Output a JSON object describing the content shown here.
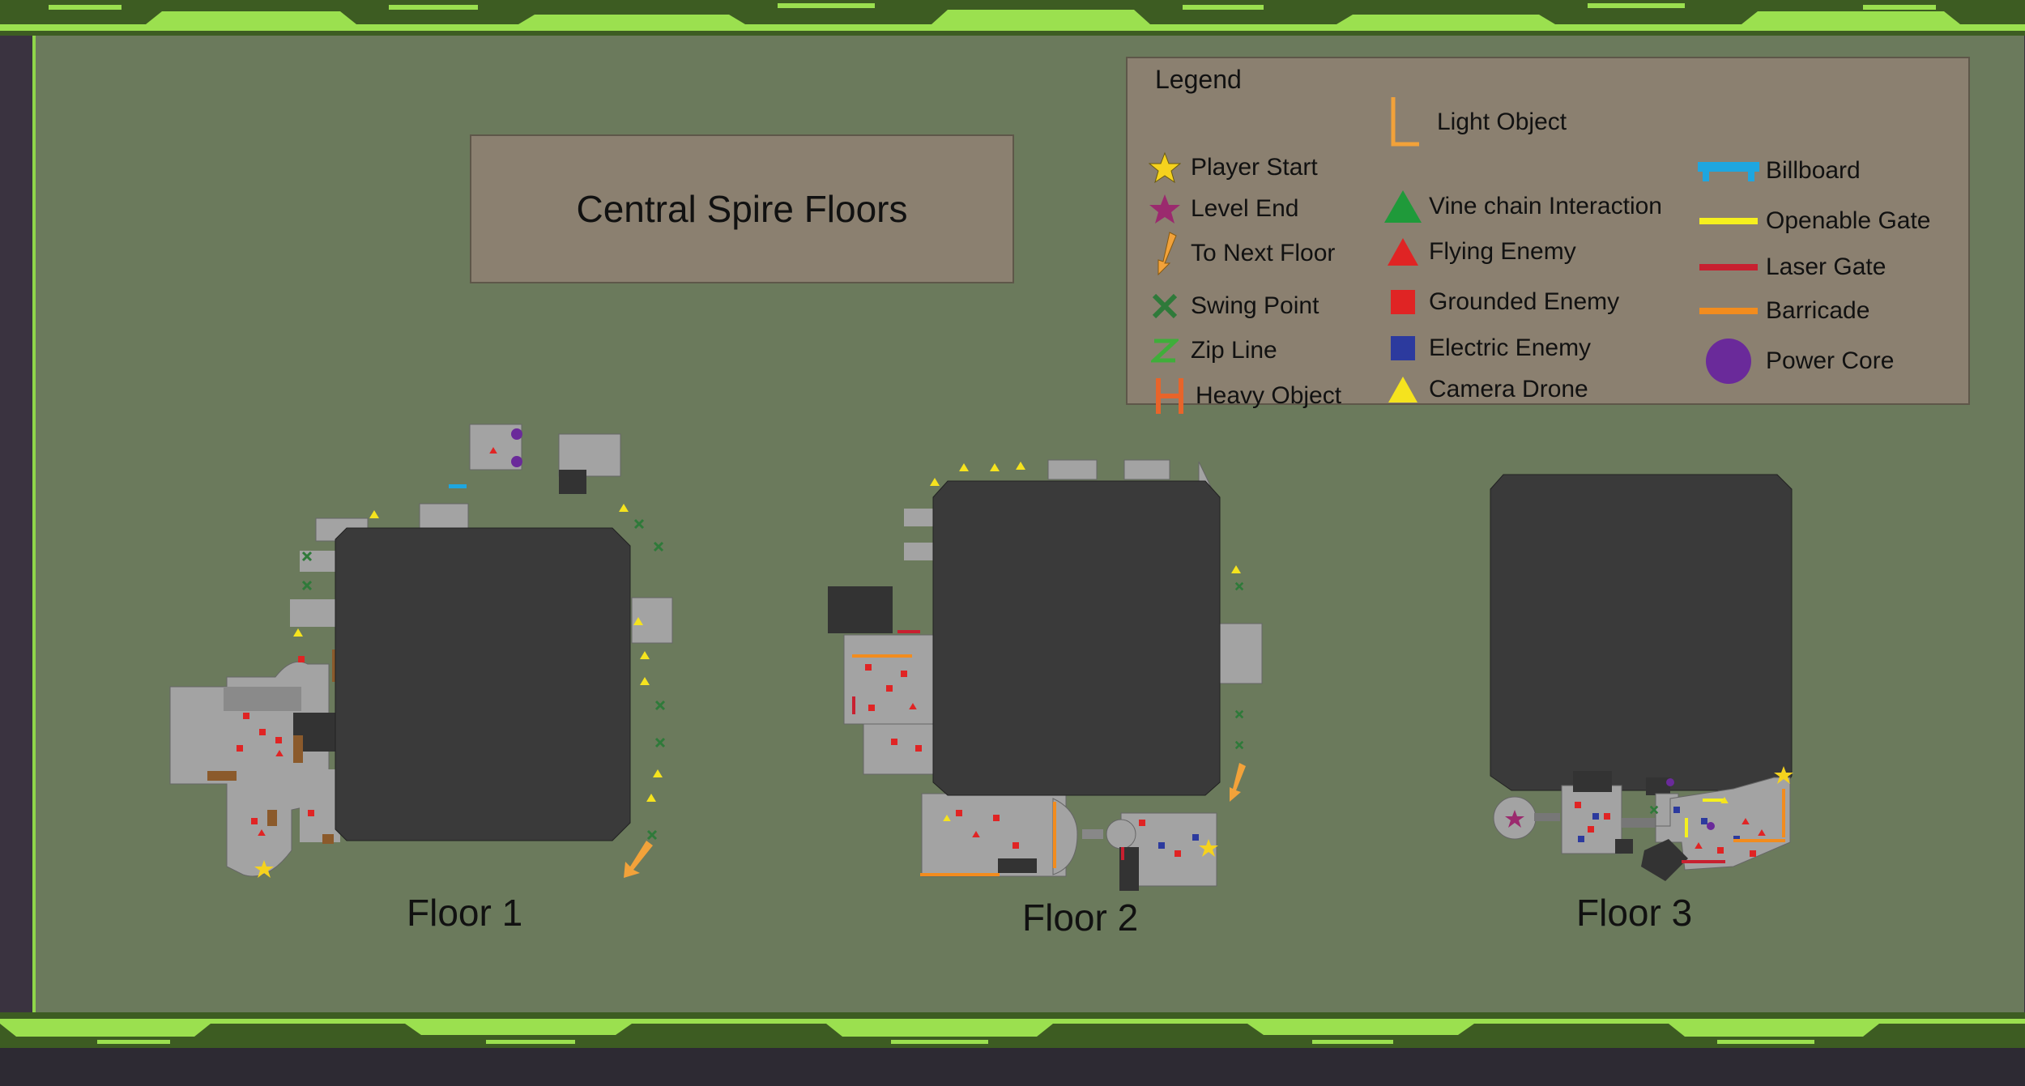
{
  "title": "Central Spire Floors",
  "legend": {
    "heading": "Legend",
    "items": [
      {
        "id": "player-start",
        "label": "Player Start",
        "icon": "yellow-star-icon",
        "color": "#f5d21e"
      },
      {
        "id": "level-end",
        "label": "Level End",
        "icon": "magenta-star-icon",
        "color": "#9b2a6e"
      },
      {
        "id": "to-next-floor",
        "label": "To Next Floor",
        "icon": "orange-arrow-icon",
        "color": "#f2a23a"
      },
      {
        "id": "swing-point",
        "label": "Swing Point",
        "icon": "green-x-icon",
        "color": "#2f7a3a"
      },
      {
        "id": "zip-line",
        "label": "Zip Line",
        "icon": "green-z-icon",
        "color": "#3fae3a"
      },
      {
        "id": "heavy-object",
        "label": "Heavy Object",
        "icon": "orange-h-icon",
        "color": "#e8642a"
      },
      {
        "id": "light-object",
        "label": "Light Object",
        "icon": "orange-l-icon",
        "color": "#f2a23a"
      },
      {
        "id": "vine-chain",
        "label": "Vine chain Interaction",
        "icon": "green-triangle-icon",
        "color": "#1f9a3a"
      },
      {
        "id": "flying-enemy",
        "label": "Flying Enemy",
        "icon": "red-triangle-icon",
        "color": "#e02424"
      },
      {
        "id": "grounded-enemy",
        "label": "Grounded Enemy",
        "icon": "red-square-icon",
        "color": "#e02424"
      },
      {
        "id": "electric-enemy",
        "label": "Electric Enemy",
        "icon": "blue-square-icon",
        "color": "#2c3a9e"
      },
      {
        "id": "camera-drone",
        "label": "Camera Drone",
        "icon": "yellow-triangle-icon",
        "color": "#f5e31e"
      },
      {
        "id": "billboard",
        "label": "Billboard",
        "icon": "blue-billboard-icon",
        "color": "#1ea6e0"
      },
      {
        "id": "openable-gate",
        "label": "Openable Gate",
        "icon": "yellow-bar-icon",
        "color": "#f5f01e"
      },
      {
        "id": "laser-gate",
        "label": "Laser Gate",
        "icon": "red-bar-icon",
        "color": "#c82030"
      },
      {
        "id": "barricade",
        "label": "Barricade",
        "icon": "orange-bar-icon",
        "color": "#f28c1e"
      },
      {
        "id": "power-core",
        "label": "Power Core",
        "icon": "purple-circle-icon",
        "color": "#6a2a9a"
      }
    ]
  },
  "floors": [
    {
      "id": "floor-1",
      "label": "Floor 1"
    },
    {
      "id": "floor-2",
      "label": "Floor 2"
    },
    {
      "id": "floor-3",
      "label": "Floor 3"
    }
  ],
  "colors": {
    "background": "#6b7a5c",
    "spire": "#3a3a3a",
    "room": "#a3a3a3",
    "border_green": "#8fd64a"
  }
}
